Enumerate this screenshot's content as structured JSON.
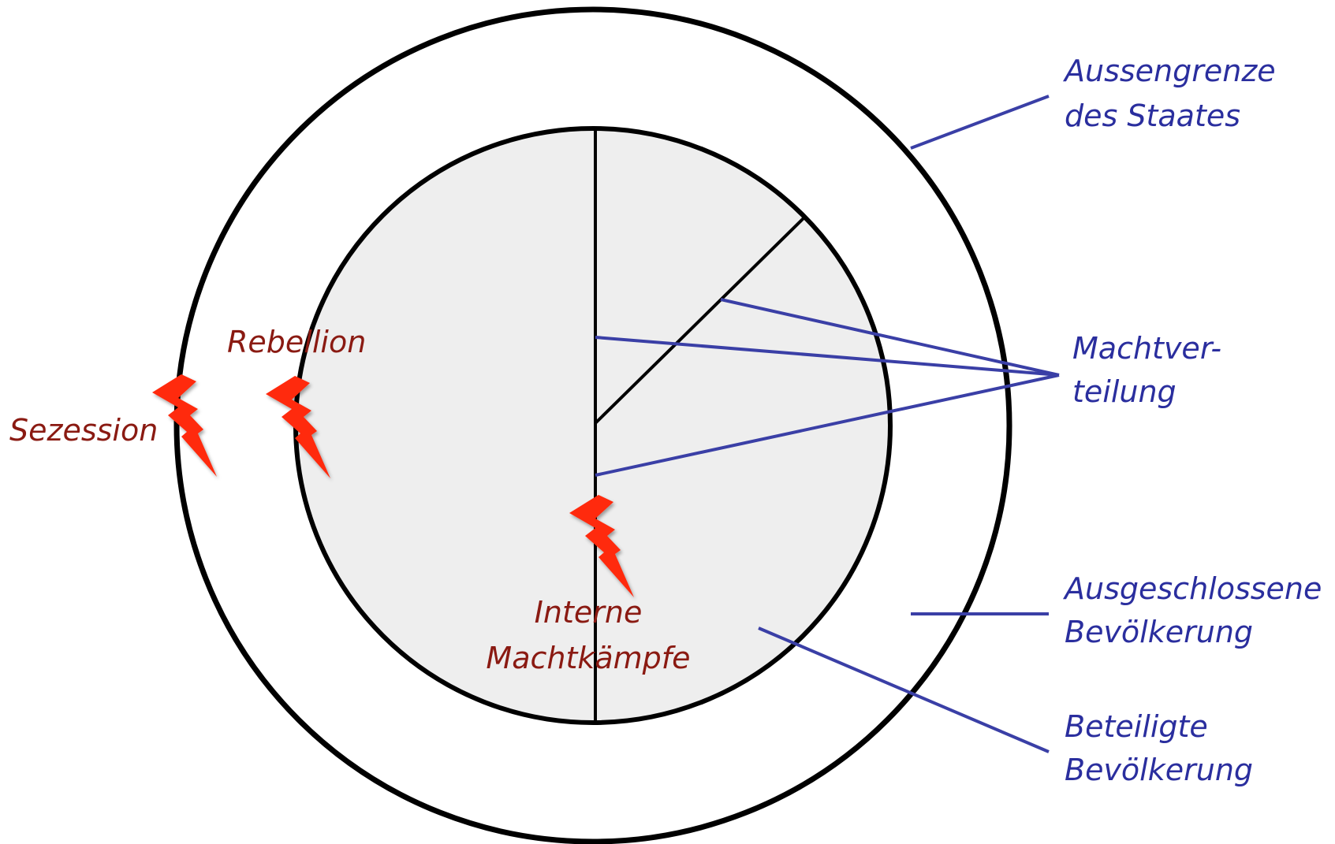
{
  "labels": {
    "aussengrenze": [
      "Aussengrenze",
      "des Staates"
    ],
    "machtverteilung": [
      "Machtver-",
      "teilung"
    ],
    "ausgeschlossene": [
      "Ausgeschlossene",
      "Bevölkerung"
    ],
    "beteiligte": [
      "Beteiligte",
      "Bevölkerung"
    ],
    "rebellion": "Rebellion",
    "sezession": "Sezession",
    "interne": [
      "Interne",
      "Machtkämpfe"
    ]
  },
  "colors": {
    "outline": "#000000",
    "inner_fill": "#eeeeee",
    "leader_line": "#3a3fa6",
    "label_blue": "#2a2e9e",
    "label_red": "#8a1a12",
    "lightning": "#ff2a10"
  },
  "icons": [
    "lightning-icon"
  ]
}
